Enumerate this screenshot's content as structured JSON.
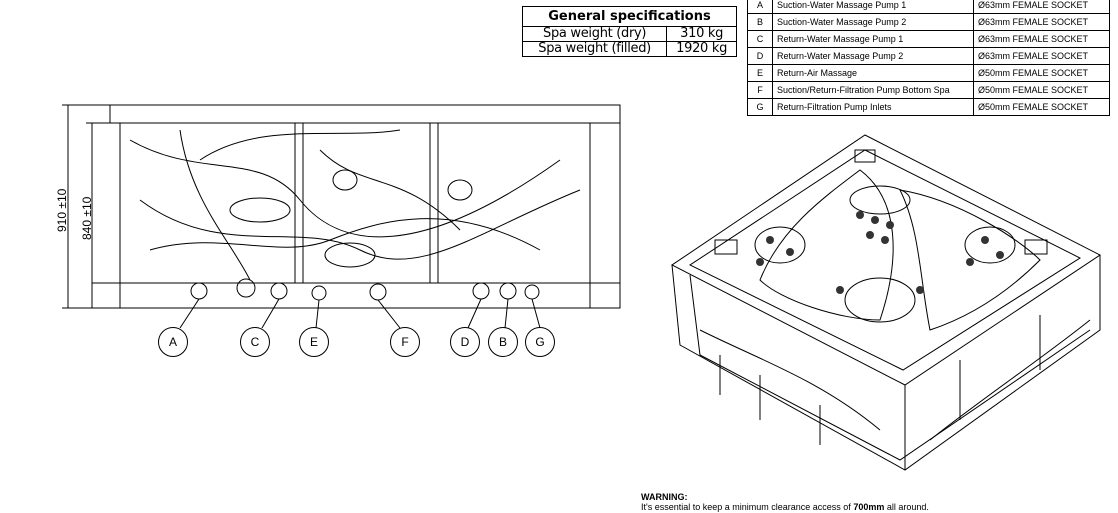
{
  "general_specifications": {
    "title": "General specifications",
    "rows": [
      {
        "label": "Spa weight (dry)",
        "value": "310 kg"
      },
      {
        "label": "Spa weight (filled)",
        "value": "1920 kg"
      }
    ]
  },
  "connections": [
    {
      "letter": "A",
      "description": "Suction-Water Massage Pump 1",
      "spec": "Ø63mm FEMALE SOCKET"
    },
    {
      "letter": "B",
      "description": "Suction-Water Massage Pump 2",
      "spec": "Ø63mm FEMALE SOCKET"
    },
    {
      "letter": "C",
      "description": "Return-Water Massage Pump 1",
      "spec": "Ø63mm FEMALE SOCKET"
    },
    {
      "letter": "D",
      "description": "Return-Water Massage Pump 2",
      "spec": "Ø63mm FEMALE SOCKET"
    },
    {
      "letter": "E",
      "description": "Return-Air Massage",
      "spec": "Ø50mm FEMALE SOCKET"
    },
    {
      "letter": "F",
      "description": "Suction/Return-Filtration Pump Bottom Spa",
      "spec": "Ø50mm FEMALE SOCKET"
    },
    {
      "letter": "G",
      "description": "Return-Filtration Pump Inlets",
      "spec": "Ø50mm FEMALE SOCKET"
    }
  ],
  "dimensions": {
    "outer_height": "910 ±10",
    "inner_height": "840 ±10"
  },
  "callouts": [
    "A",
    "C",
    "E",
    "F",
    "D",
    "B",
    "G"
  ],
  "warning": {
    "title": "WARNING:",
    "text_before": "It's essential to keep a minimum clearance access of ",
    "emphasis": "700mm",
    "text_after": " all around."
  }
}
